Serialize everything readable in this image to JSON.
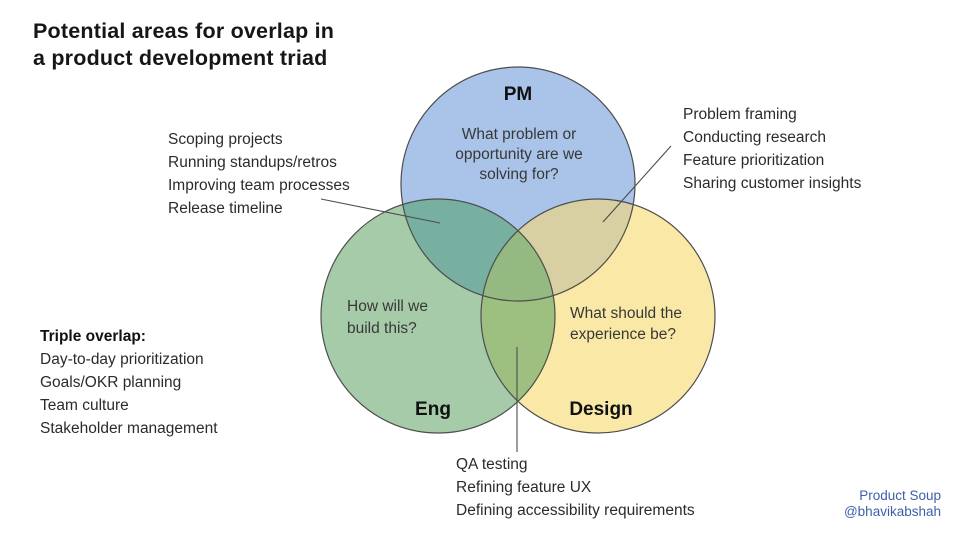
{
  "title": "Potential areas for overlap in\na product development triad",
  "venn": {
    "pm": {
      "label": "PM",
      "question": "What problem or\nopportunity are we\nsolving for?"
    },
    "eng": {
      "label": "Eng",
      "question": "How will we\nbuild this?"
    },
    "design": {
      "label": "Design",
      "question": "What should the\nexperience be?"
    }
  },
  "annotations": {
    "pm_eng": [
      "Scoping projects",
      "Running standups/retros",
      "Improving team processes",
      "Release timeline"
    ],
    "pm_design": [
      "Problem framing",
      "Conducting research",
      "Feature prioritization",
      "Sharing customer insights"
    ],
    "eng_design": [
      "QA testing",
      "Refining feature UX",
      "Defining accessibility requirements"
    ],
    "triple": {
      "heading": "Triple overlap:",
      "items": [
        "Day-to-day prioritization",
        "Goals/OKR planning",
        "Team culture",
        "Stakeholder management"
      ]
    }
  },
  "credit": [
    "Product Soup",
    "@bhavikabshah"
  ],
  "colors": {
    "pm_fill": "#a9c3e9",
    "eng_fill": "#a6cba8",
    "design_fill": "#fae9a6",
    "pm_eng_overlap": "#77afa1",
    "pm_design_overlap": "#d8cfa2",
    "eng_design_overlap": "#9dbf80",
    "triple_overlap": "#94ba81",
    "circle_outline": "#4d4d4d",
    "leader_line": "#4d4d4d",
    "credit_text": "#3f5fa7"
  }
}
